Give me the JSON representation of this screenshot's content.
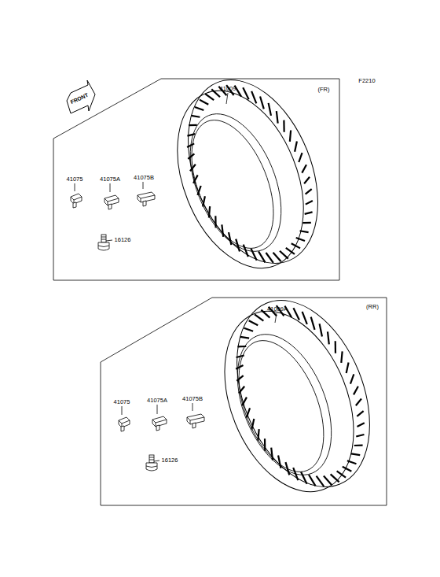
{
  "diagram": {
    "labels": [
      "FRONT",
      "F2210",
      "41009",
      "(FR)",
      "41075",
      "41075A",
      "41075B",
      "16126",
      "41009A",
      "(RR)",
      "41075",
      "41075A",
      "41075B",
      "16126"
    ]
  }
}
